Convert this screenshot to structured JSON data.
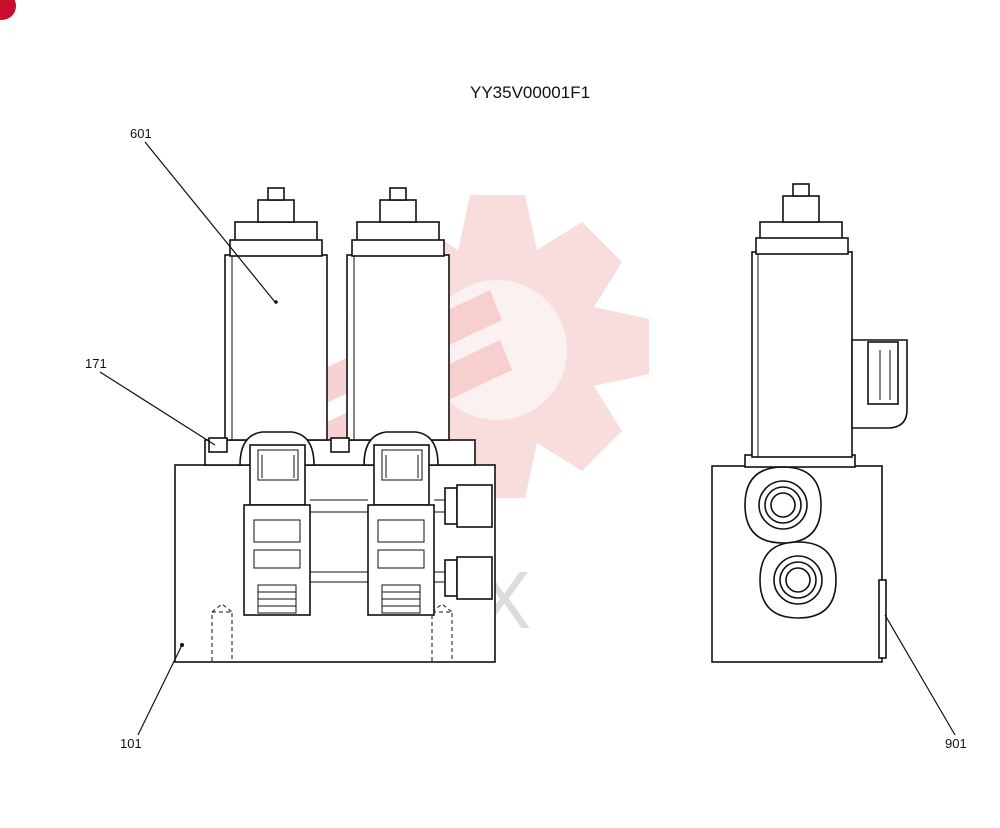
{
  "drawing": {
    "code": "YY35V00001F1",
    "watermark_text": "TEX"
  },
  "callouts": [
    {
      "id": "601",
      "label": "601"
    },
    {
      "id": "171",
      "label": "171"
    },
    {
      "id": "101",
      "label": "101"
    },
    {
      "id": "901",
      "label": "901"
    }
  ],
  "colors": {
    "watermark": "#f3b9b9",
    "line": "#111111",
    "badge": "#c8102e"
  }
}
